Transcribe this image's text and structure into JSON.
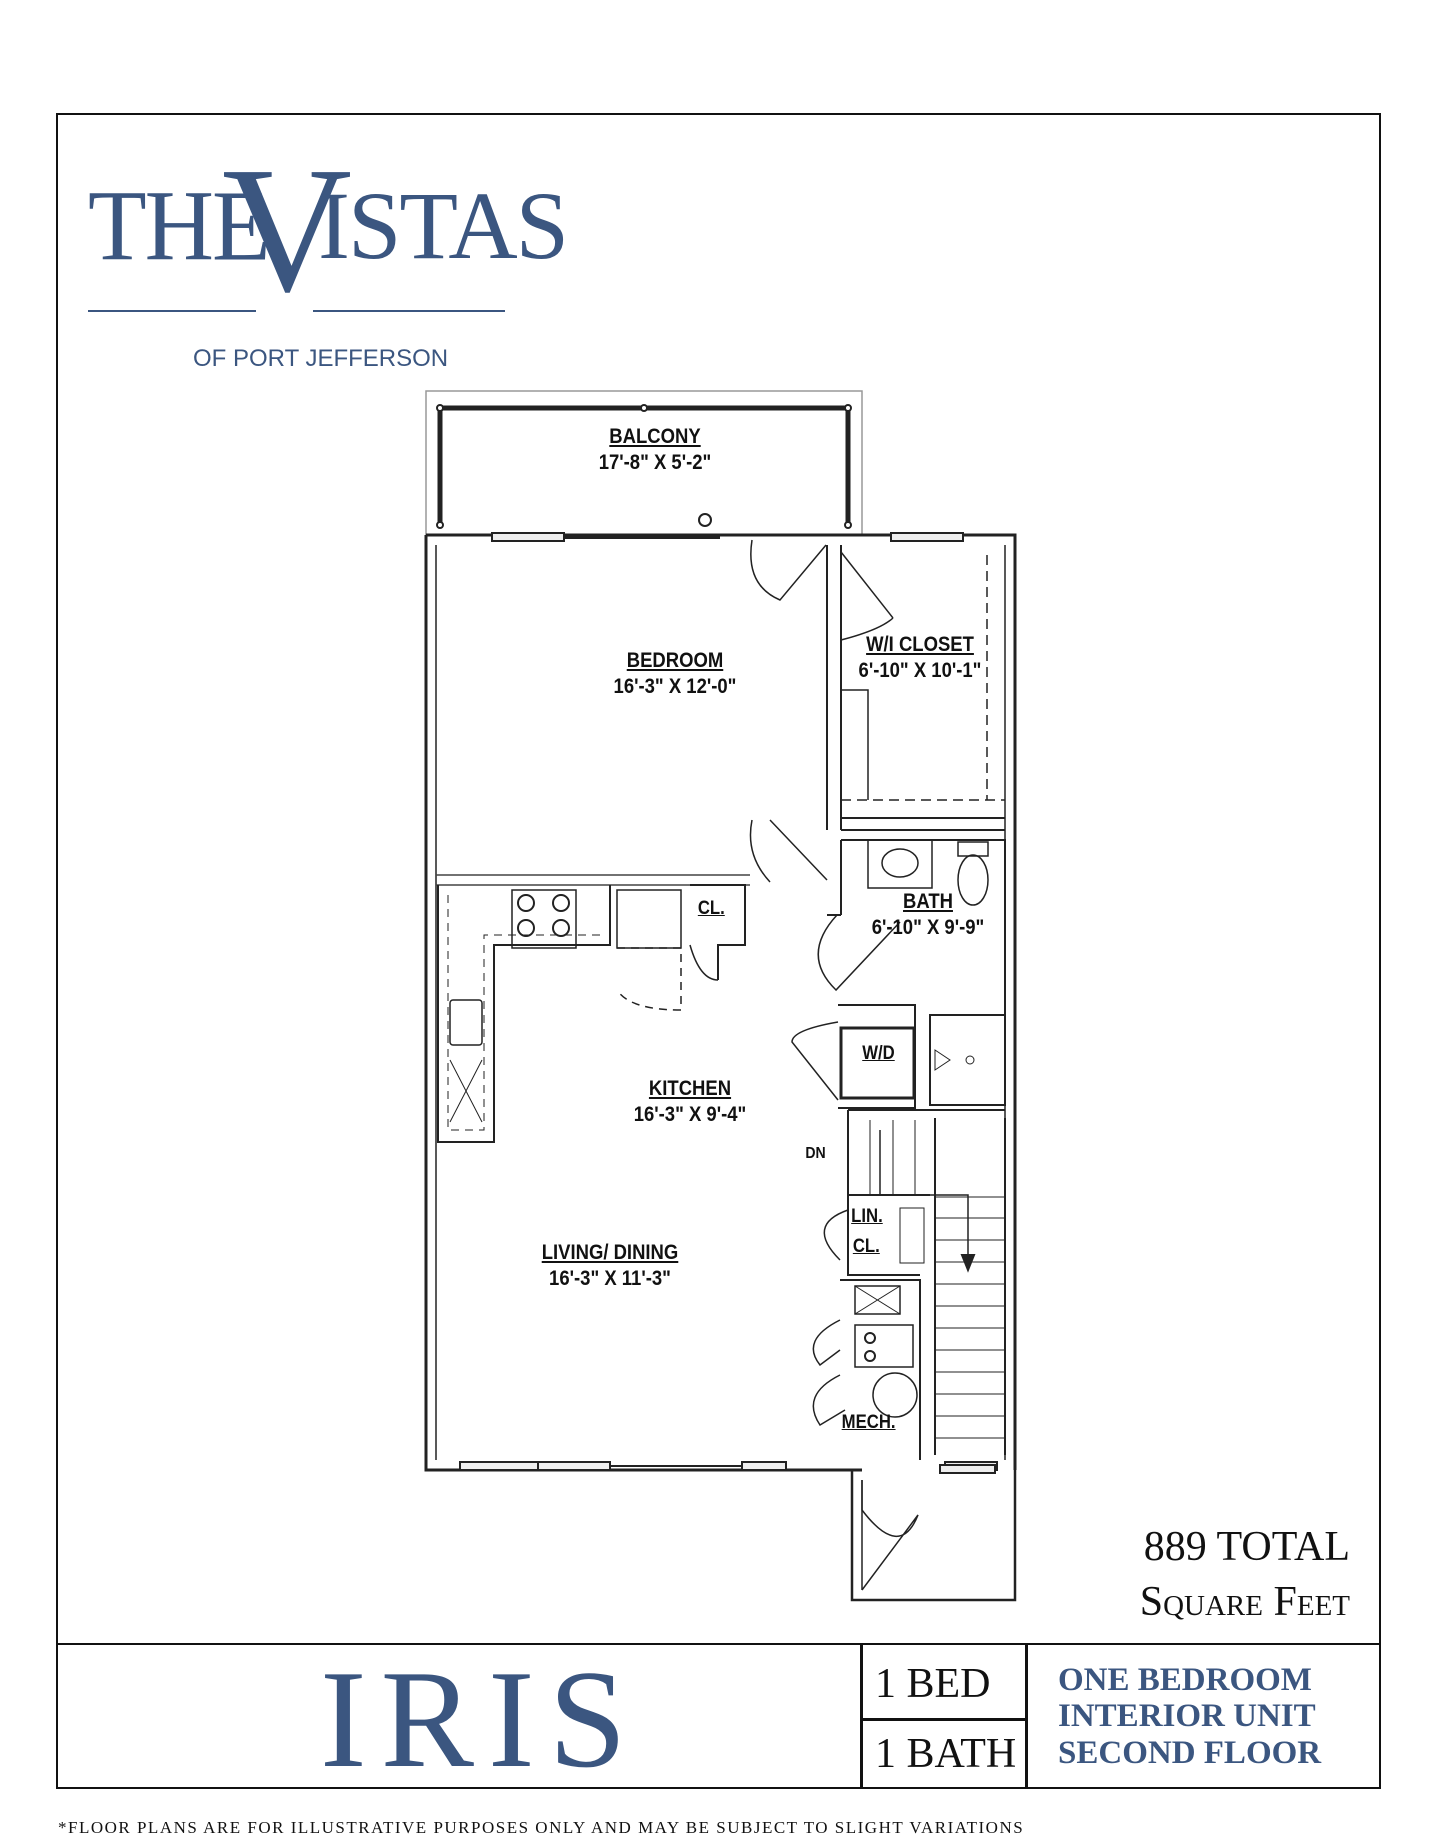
{
  "brand": {
    "the": "THE",
    "v": "V",
    "istas": "ISTAS",
    "subtitle": "OF PORT JEFFERSON",
    "color": "#3b5680"
  },
  "rooms": {
    "balcony": {
      "name": "BALCONY",
      "dims": "17'-8\" X 5'-2\""
    },
    "bedroom": {
      "name": "BEDROOM",
      "dims": "16'-3\" X 12'-0\""
    },
    "closet": {
      "name": "W/I CLOSET",
      "dims": "6'-10\" X 10'-1\""
    },
    "bath": {
      "name": "BATH",
      "dims": "6'-10\" X 9'-9\""
    },
    "kitchen": {
      "name": "KITCHEN",
      "dims": "16'-3\" X 9'-4\""
    },
    "living": {
      "name": "LIVING/ DINING",
      "dims": "16'-3\" X 11'-3\""
    }
  },
  "small_labels": {
    "cl": "CL.",
    "wd": "W/D",
    "dn": "DN",
    "lin": "LIN.",
    "lin_cl": "CL.",
    "mech": "MECH."
  },
  "sqft": {
    "line1": "889 TOTAL",
    "line2": "Square Feet"
  },
  "unit": {
    "name": "IRIS",
    "beds": "1 BED",
    "baths": "1 BATH",
    "desc1": "ONE BEDROOM",
    "desc2": "INTERIOR UNIT",
    "desc3": "SECOND FLOOR"
  },
  "disclaimer": "*FLOOR PLANS ARE FOR ILLUSTRATIVE PURPOSES ONLY AND MAY BE SUBJECT TO SLIGHT VARIATIONS"
}
